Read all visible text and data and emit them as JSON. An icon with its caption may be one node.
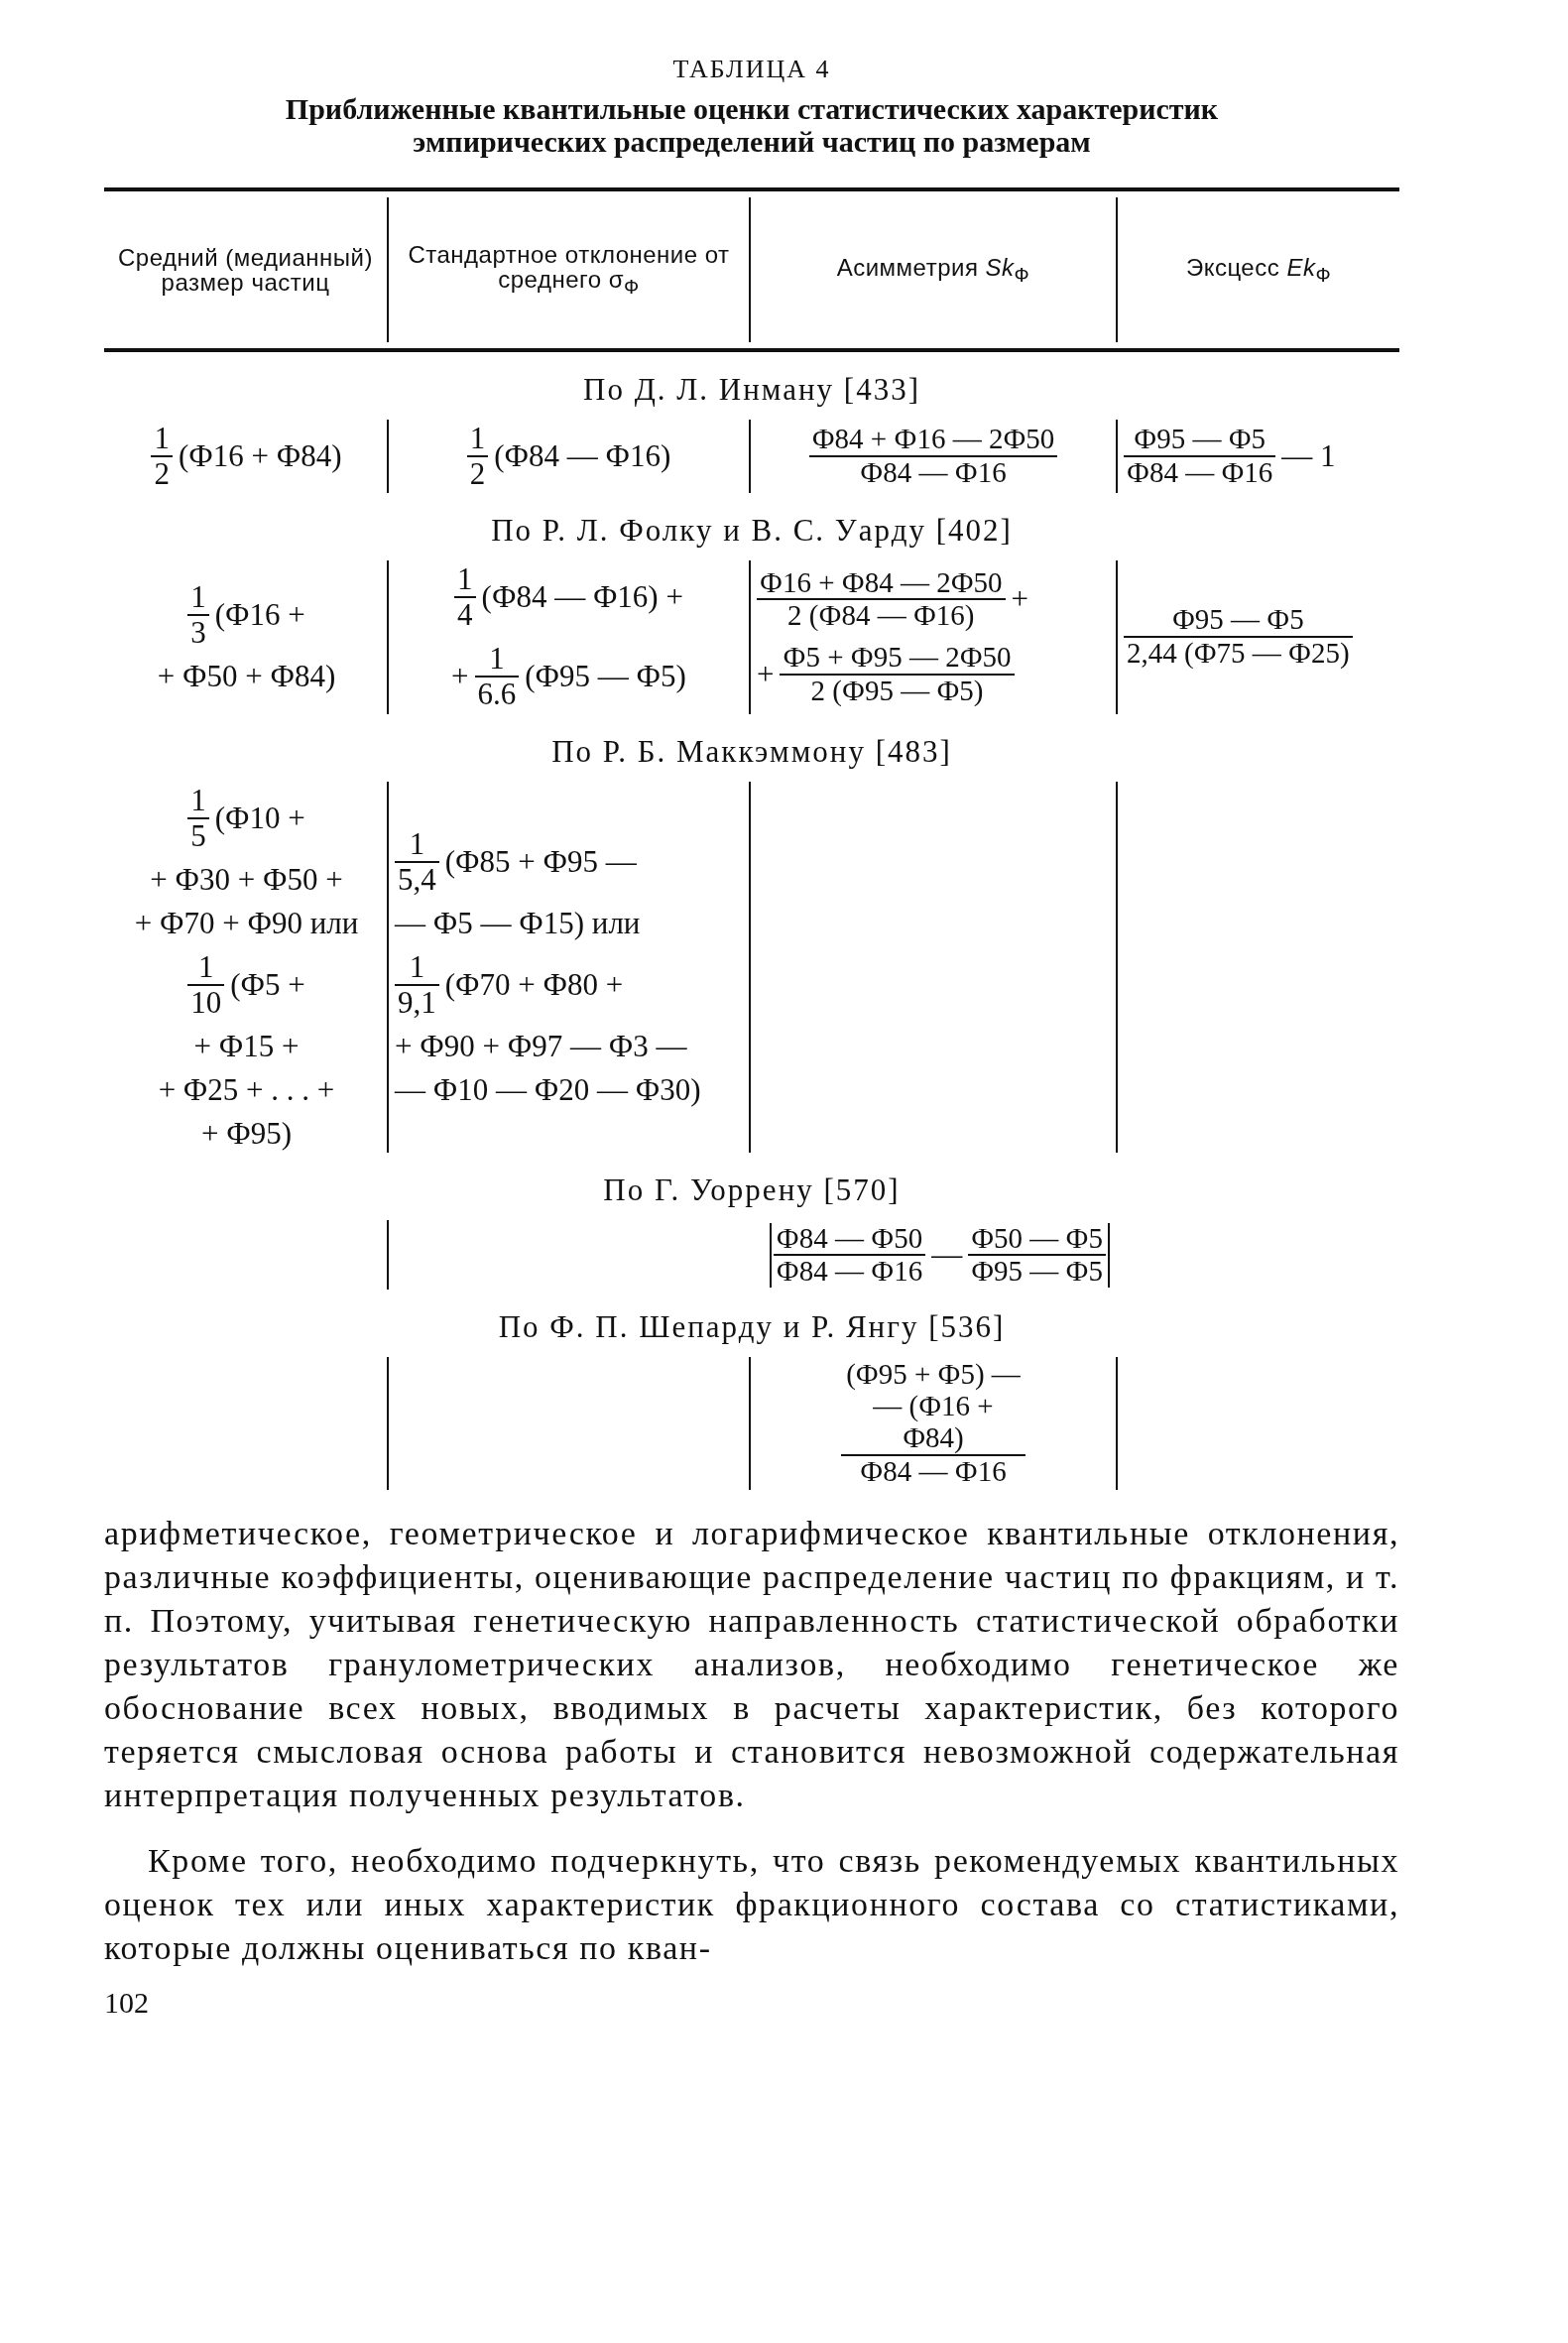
{
  "diagram": {
    "title": "Приближенные квантильные оценки статистических характеристик эмпирических распределений частиц по размерам",
    "labels": [
      "ТАБЛИЦА 4",
      "Средний (медианный) размер частиц",
      "Стандартное отклонение от среднего σ$_{Ф}$",
      "Асимметрия *Sk*$_{Ф}$",
      "Эксцесс *Ek*$_{Ф}$",
      "По Д. Л. Инману [433]",
      "1",
      "2",
      "(Ф16 + Ф84)",
      "1",
      "2",
      "(Ф84 — Ф16)",
      "Ф84 + Ф16 — 2Ф50",
      "Ф84 — Ф16",
      "Ф95 — Ф5",
      "Ф84 — Ф16",
      "— 1",
      "По Р. Л. Фолку и В. С. Уарду [402]",
      "1",
      "3",
      "(Ф16 +",
      "+ Ф50 + Ф84)",
      "1",
      "4",
      "(Ф84 — Ф16) +",
      "+",
      "1",
      "6.6",
      "(Ф95 — Ф5)",
      "Ф16 + Ф84 — 2Ф50",
      "2 (Ф84 — Ф16)",
      "+",
      "+",
      "Ф5 + Ф95 — 2Ф50",
      "2 (Ф95 — Ф5)",
      "Ф95 — Ф5",
      "2,44 (Ф75 — Ф25)",
      "По Р. Б. Маккэммону [483]",
      "1",
      "5",
      "(Ф10 +",
      "+ Ф30 + Ф50 +",
      "+ Ф70 + Ф90 или",
      "1",
      "10",
      "(Ф5 +",
      "+ Ф15 +",
      "+ Ф25 + . . . +",
      "+ Ф95)",
      "1",
      "5,4",
      "(Ф85 + Ф95 —",
      "— Ф5 — Ф15) или",
      "1",
      "9,1",
      "(Ф70 + Ф80 +",
      "+ Ф90 + Ф97 — Ф3 —",
      "— Ф10 — Ф20 — Ф30)",
      "По Г. Уоррену [570]",
      "Ф84 — Ф50",
      "Ф84 — Ф16",
      "—",
      "Ф50 — Ф5",
      "Ф95 — Ф5",
      "По Ф. П. Шепарду и Р. Янгу [536]",
      "(Ф95 + Ф5) — — (Ф16 + Ф84)",
      "Ф84 — Ф16",
      "арифметическое, геометрическое и логарифмическое квантильные отклонения, различные коэффициенты, оценивающие распределение частиц по фракциям, и т. п. Поэтому, учитывая генетическую направленность статистической обработки результатов гранулометрических анализов, необходимо генетическое же обоснование всех новых, вводимых в расчеты характеристик, без которого теряется смысловая основа работы и становится невозможной содержательная интерпретация полученных результатов.",
      "Кроме того, необходимо подчеркнуть, что связь рекомендуемых квантильных оценок тех или иных характеристик фракционного состава со статистиками, которые должны оцениваться по кван-",
      "102"
    ]
  }
}
